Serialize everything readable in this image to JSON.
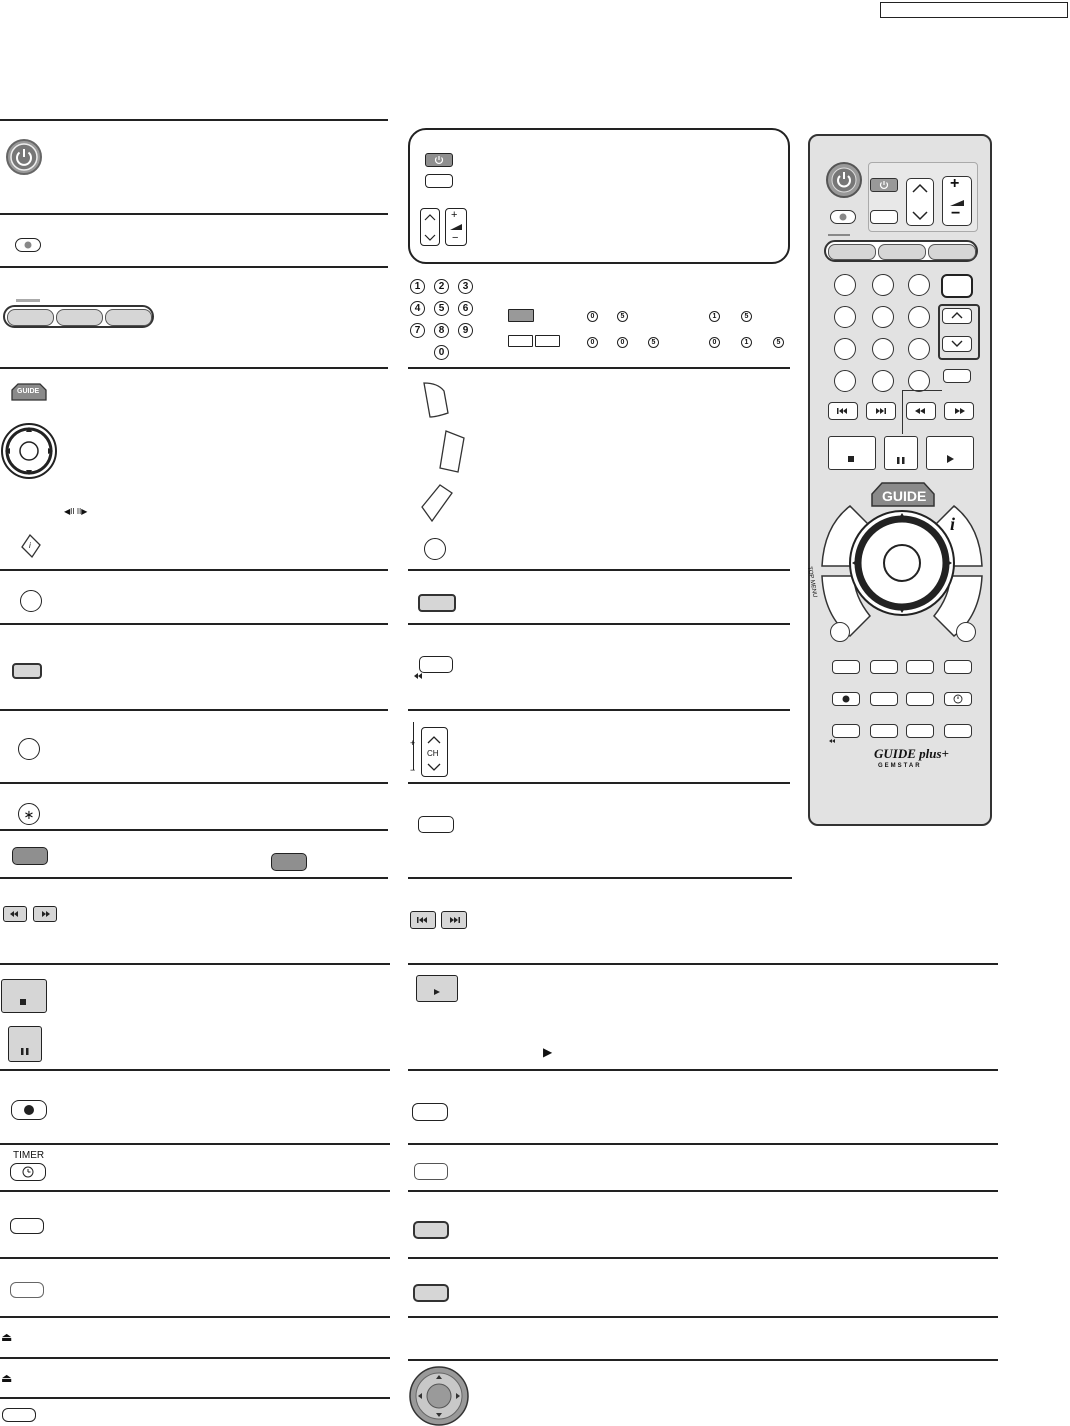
{
  "header": {
    "box_text": ""
  },
  "labels": {
    "timer": "TIMER",
    "ch": "CH",
    "guide": "GUIDE",
    "plus": "+",
    "minus": "−",
    "info_glyph": "i",
    "frame_step_glyph": "◀II II▶",
    "play_glyph": "▶",
    "eject_glyph": "⏏",
    "asterisk": "∗",
    "top_menu": "TOP MENU",
    "gemstar_logo": "GUIDE plus+",
    "gemstar_sub": "GEMSTAR"
  },
  "numbers": [
    "1",
    "2",
    "3",
    "4",
    "5",
    "6",
    "7",
    "8",
    "9",
    "0"
  ],
  "channel_digits": {
    "row1": [
      "0",
      "5",
      "1",
      "5"
    ],
    "row2": [
      "0",
      "0",
      "5",
      "0",
      "1",
      "5"
    ]
  },
  "icons": {
    "power": "power-icon",
    "record": "record-icon",
    "stop": "stop-icon",
    "pause": "pause-icon",
    "play": "play-icon",
    "rewind": "rewind-icon",
    "fast_forward": "fast-forward-icon",
    "skip_back": "skip-back-icon",
    "skip_forward": "skip-forward-icon",
    "timer": "clock-icon",
    "eject": "eject-icon",
    "joystick": "joystick-icon"
  },
  "colors": {
    "button_gray": "#d6d6d6",
    "button_dark": "#8f8f8f",
    "remote_body": "#e2e2e2",
    "rule": "#222222"
  }
}
